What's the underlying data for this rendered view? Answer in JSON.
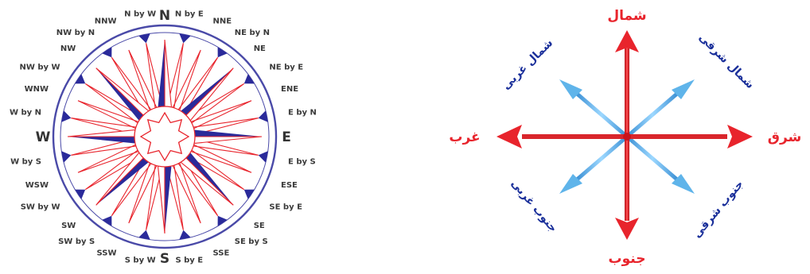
{
  "compass_rose": {
    "points": [
      "N",
      "N by E",
      "NNE",
      "NE by N",
      "NE",
      "NE by E",
      "ENE",
      "E by N",
      "E",
      "E by S",
      "ESE",
      "SE by E",
      "SE",
      "SE by S",
      "SSE",
      "S by E",
      "S",
      "S by W",
      "SSW",
      "SW by S",
      "SW",
      "SW by W",
      "WSW",
      "W by S",
      "W",
      "W by N",
      "WNW",
      "NW by W",
      "NW",
      "NW by N",
      "NNW",
      "N by W"
    ]
  },
  "directions_diagram": {
    "north": "شمال",
    "south": "جنوب",
    "east": "شرق",
    "west": "غرب",
    "northeast": "شمال شرقی",
    "northwest": "شمال غربی",
    "southeast": "جنوب شرقی",
    "southwest": "جنوب غربی"
  },
  "colors": {
    "navy": "#2a2a9a",
    "red": "#e8242c",
    "light_blue": "#5fb4ea",
    "dark_blue_text": "#1a2f9a"
  }
}
